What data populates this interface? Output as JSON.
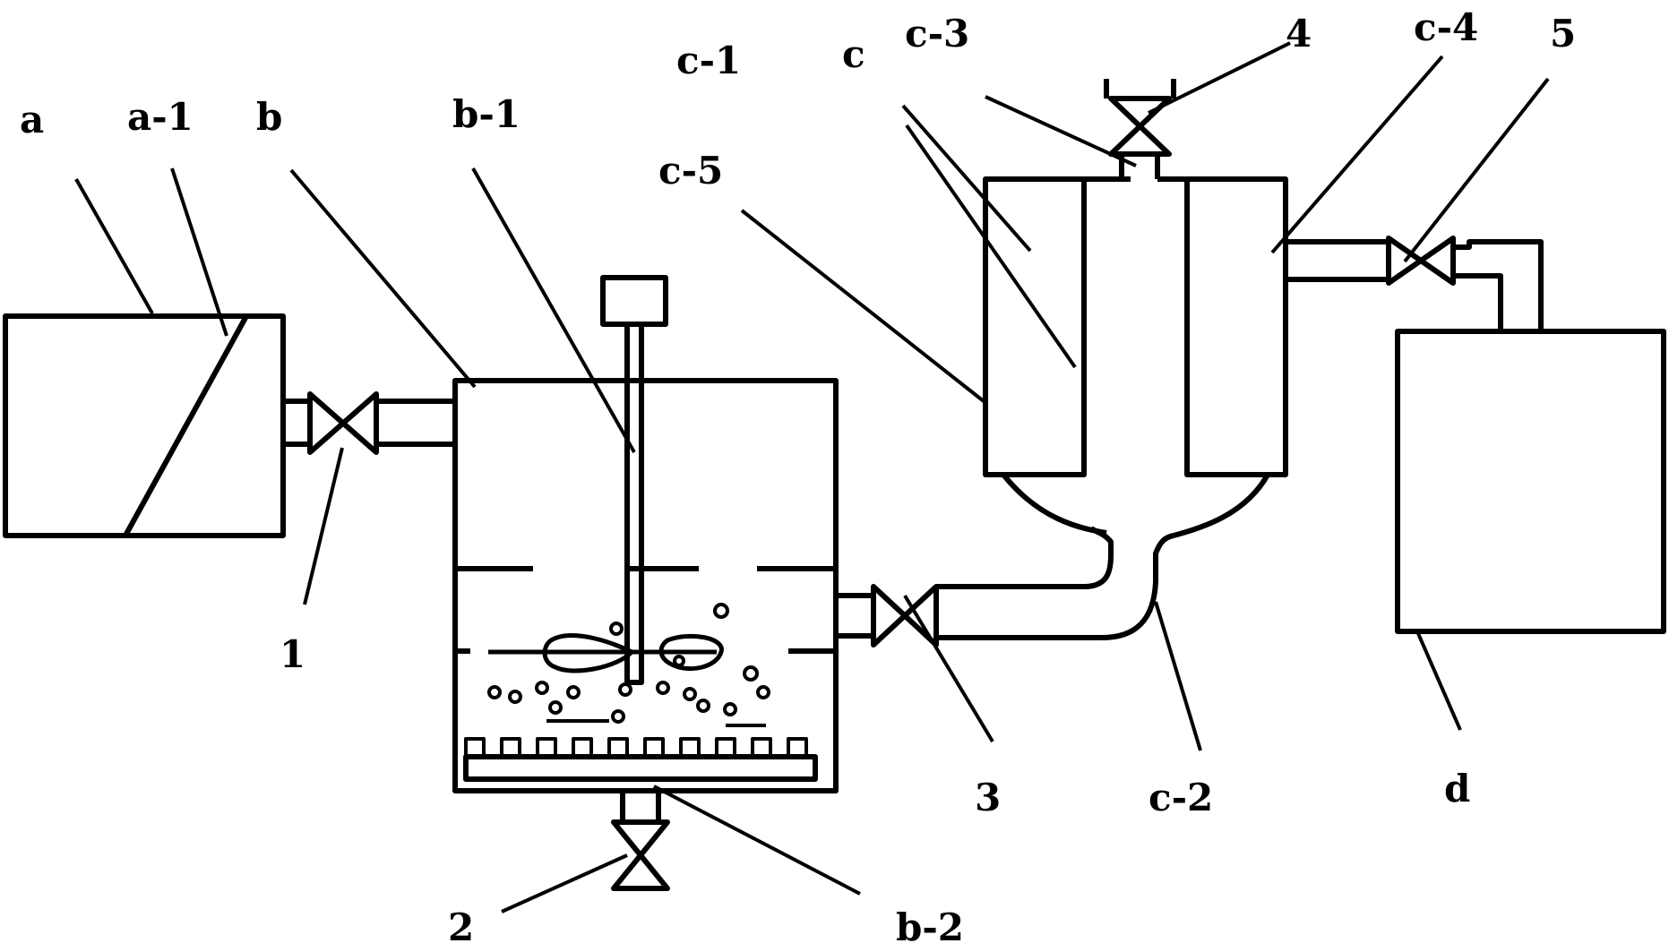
{
  "labels": {
    "a": "a",
    "a1": "a-1",
    "b": "b",
    "b1": "b-1",
    "b2": "b-2",
    "c": "c",
    "c1": "c-1",
    "c2": "c-2",
    "c3": "c-3",
    "c4": "c-4",
    "c5": "c-5",
    "d": "d",
    "v1": "1",
    "v2": "2",
    "v3": "3",
    "v4": "4",
    "v5": "5"
  },
  "colors": {
    "stroke": "#000000",
    "background": "#ffffff"
  }
}
